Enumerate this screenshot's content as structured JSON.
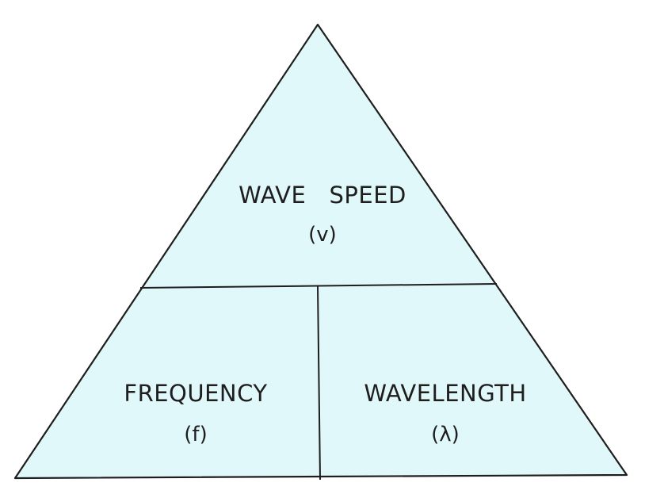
{
  "triangle": {
    "fill_color": "#e1f8fb",
    "stroke_color": "#1e1e1e",
    "top": {
      "label": "WAVE   SPEED",
      "symbol": "(v)"
    },
    "bottom_left": {
      "label": "FREQUENCY",
      "symbol": "(f)"
    },
    "bottom_right": {
      "label": "WAVELENGTH",
      "symbol": "(λ)"
    }
  }
}
